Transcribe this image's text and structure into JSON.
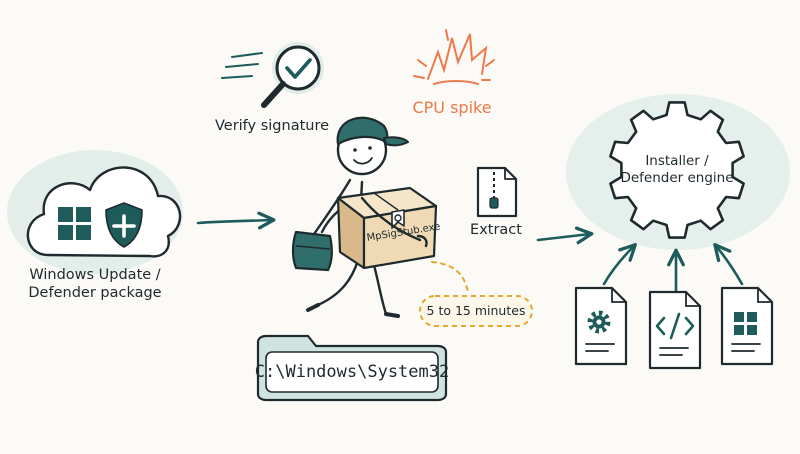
{
  "nodes": {
    "source": {
      "line1": "Windows Update /",
      "line2": "Defender package"
    },
    "verify": {
      "label": "Verify signature"
    },
    "cpu": {
      "label": "CPU spike"
    },
    "box": {
      "label": "MpSigStub.exe"
    },
    "extract": {
      "label": "Extract"
    },
    "duration": {
      "label": "5 to 15 minutes"
    },
    "folder": {
      "label": "C:\\Windows\\System32"
    },
    "engine": {
      "line1": "Installer /",
      "line2": "Defender engine"
    }
  },
  "colors": {
    "ink": "#1f2a2e",
    "teal": "#1d5c5a",
    "wash": "#cfe3e1",
    "orange": "#ec7a4a",
    "gold": "#e3a92f",
    "box": "#f0d9b5",
    "boxDark": "#d9b98a",
    "cap": "#2f6e6a"
  }
}
